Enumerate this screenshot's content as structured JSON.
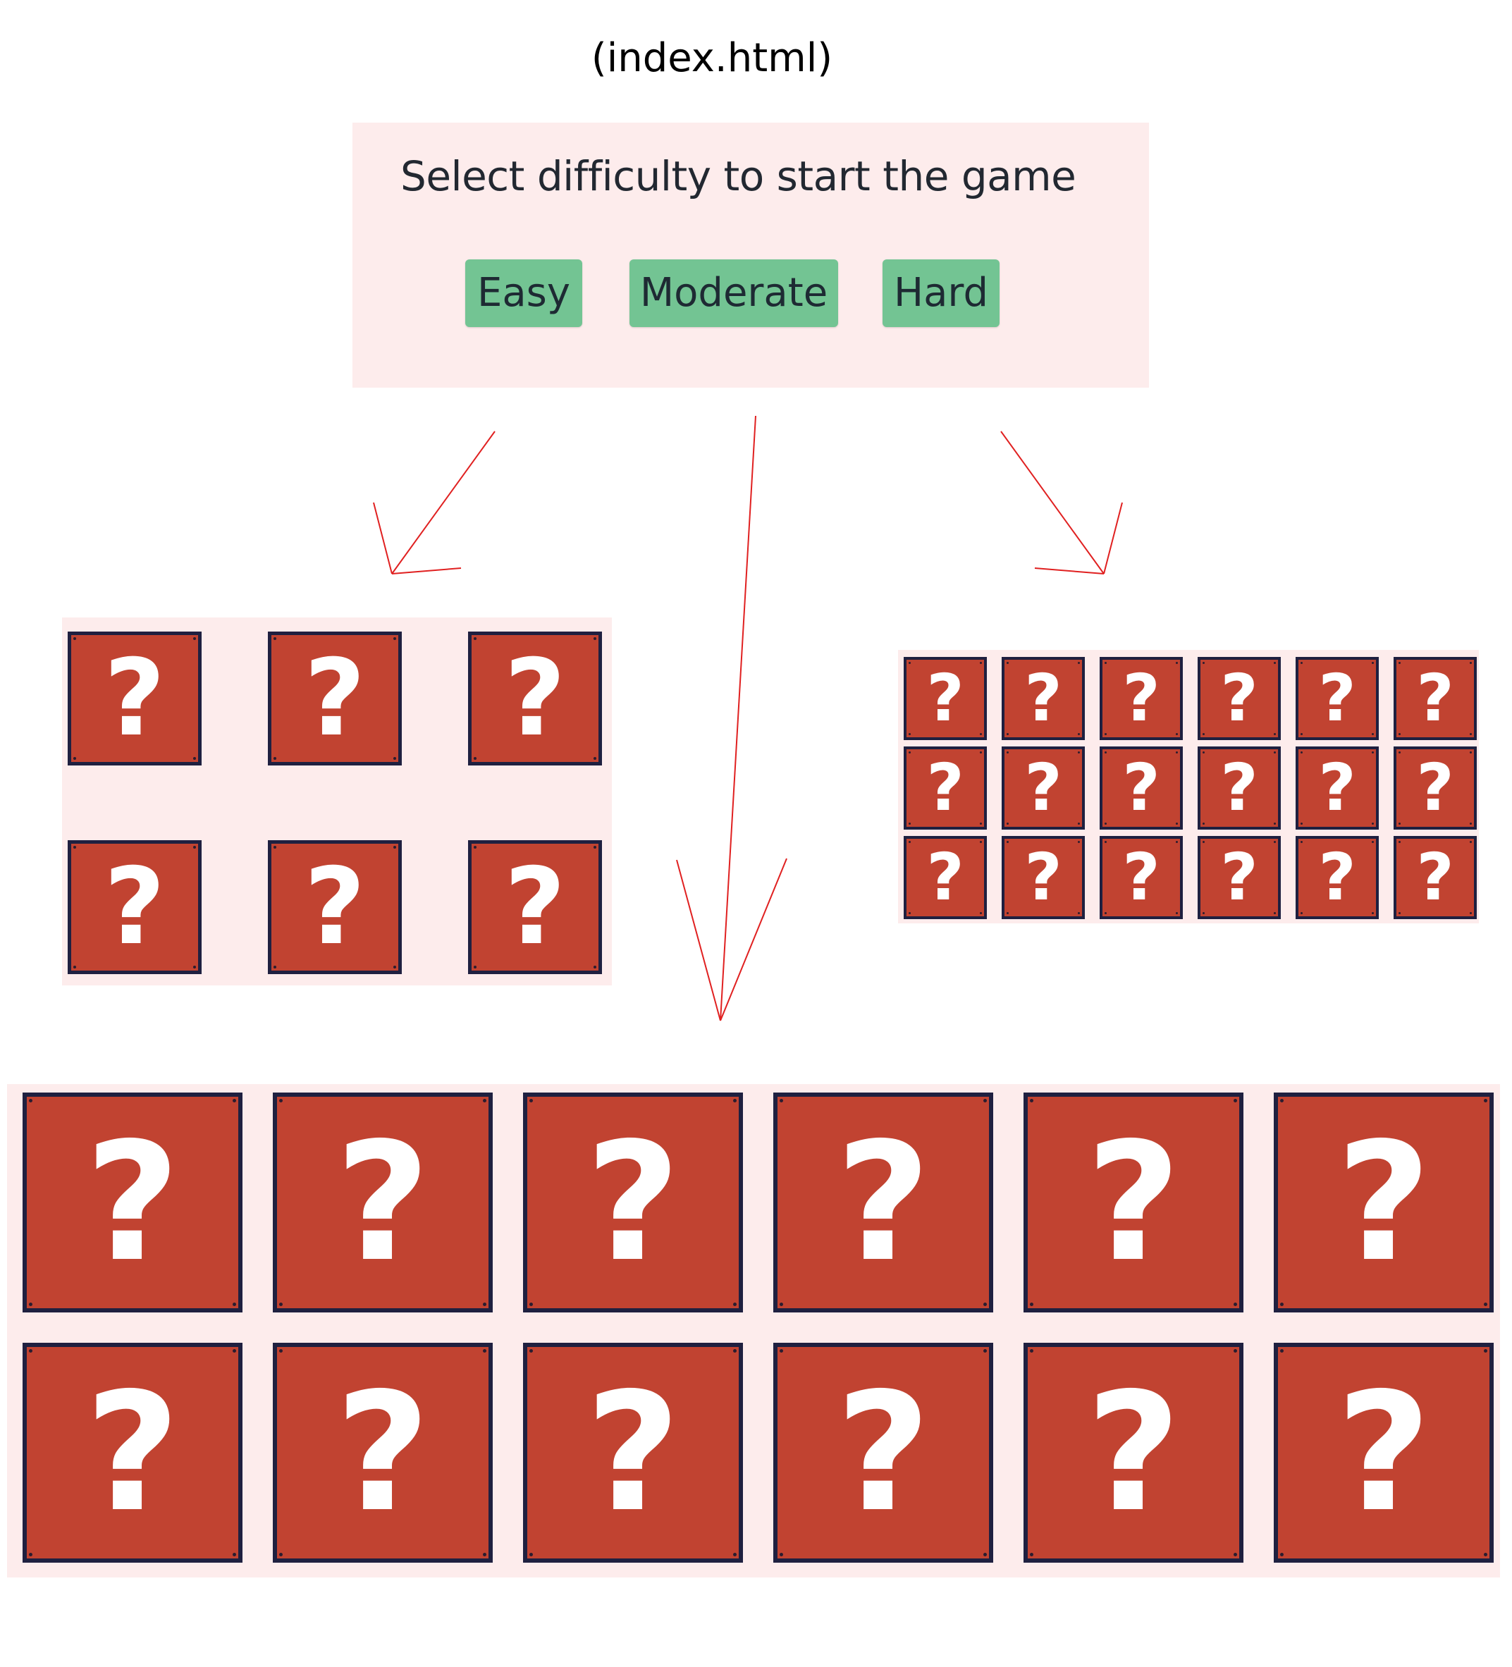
{
  "caption": "(index.html)",
  "menu": {
    "title": "Select difficulty to start the game",
    "buttons": {
      "easy": "Easy",
      "moderate": "Moderate",
      "hard": "Hard"
    }
  },
  "card_face": {
    "symbol": "?",
    "icon": "question-mark-icon"
  },
  "boards": {
    "easy": {
      "rows": 2,
      "cols": 3
    },
    "moderate": {
      "rows": 2,
      "cols": 6
    },
    "hard": {
      "rows": 3,
      "cols": 6
    }
  },
  "colors": {
    "panel": "#fdecec",
    "button": "#73c493",
    "card": "#c14331",
    "card_border": "#1f2040",
    "arrow": "#e02020"
  }
}
